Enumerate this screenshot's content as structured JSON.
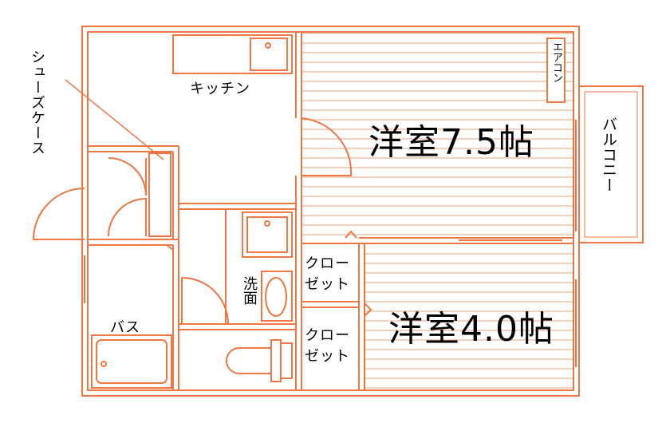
{
  "plan": {
    "wall_color": "#ee7744",
    "fill_color": "#fbe4d8",
    "labels": {
      "kitchen": "キッチン",
      "shoe_case": "シューズケース",
      "aircon": "エアコン",
      "room_main": "洋室7.5帖",
      "room_second": "洋室4.0帖",
      "balcony": "バルコニー",
      "closet_1_line1": "クロー",
      "closet_1_line2": "ゼット",
      "closet_2_line1": "クロー",
      "closet_2_line2": "ゼット",
      "washroom": "洗面",
      "bath": "バス"
    }
  }
}
